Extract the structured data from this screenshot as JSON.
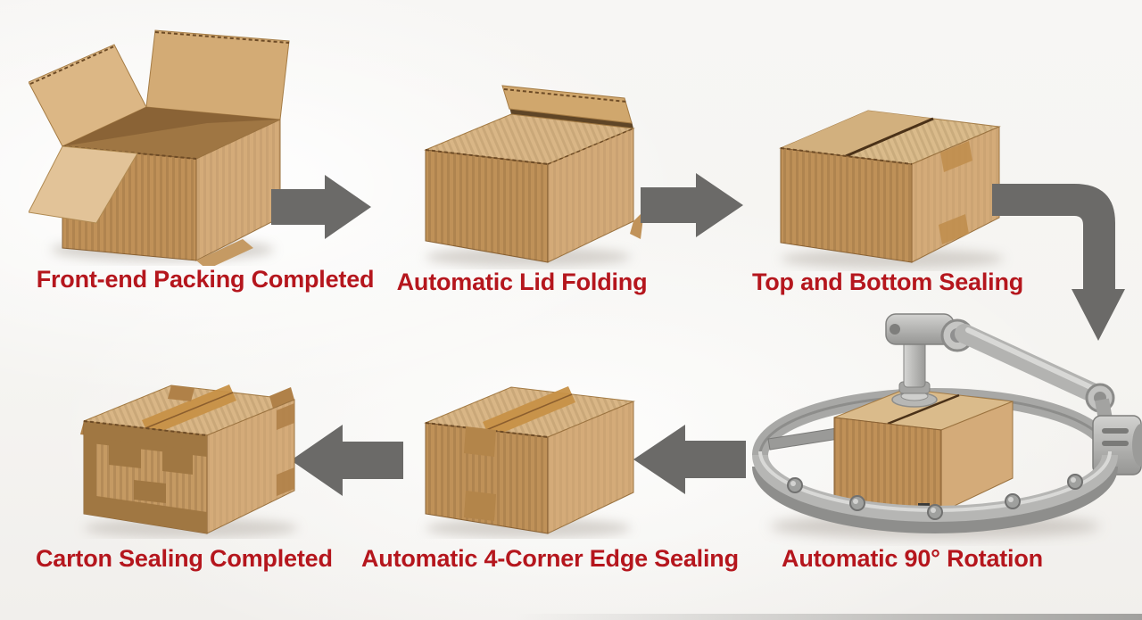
{
  "colors": {
    "label_text": "#b5161d",
    "arrow_gray": "#6b6a68",
    "carton_front": "#bf9158",
    "carton_side": "#d4ab79",
    "carton_top": "#d9b686",
    "tape_dark": "#a87c44",
    "metal_gray": "#b2b2b0",
    "background": "#f8f7f5"
  },
  "process": {
    "flow": "top row left-to-right, curved arrow down at right, bottom row right-to-left",
    "steps": [
      {
        "order": 1,
        "label": "Front-end Packing Completed",
        "figure": "open-carton"
      },
      {
        "order": 2,
        "label": "Automatic Lid Folding",
        "figure": "carton-lid-folding"
      },
      {
        "order": 3,
        "label": "Top and Bottom Sealing",
        "figure": "carton-top-bottom-sealed"
      },
      {
        "order": 4,
        "label": "Automatic 90° Rotation",
        "figure": "carton-rotation-station"
      },
      {
        "order": 5,
        "label": "Automatic 4-Corner Edge Sealing",
        "figure": "carton-four-corner-sealed"
      },
      {
        "order": 6,
        "label": "Carton Sealing Completed",
        "figure": "carton-sealing-completed"
      }
    ]
  }
}
